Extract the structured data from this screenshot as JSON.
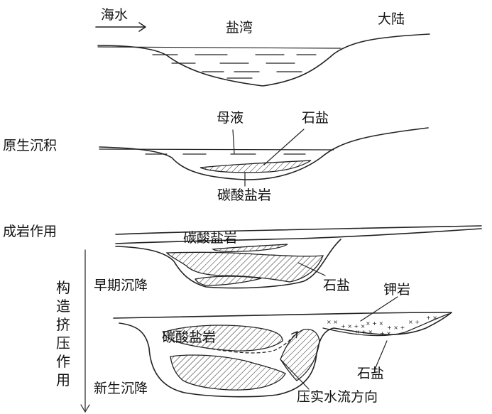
{
  "stage1": {
    "seawater": "海水",
    "bay": "盐湾",
    "land": "大陆"
  },
  "stage2": {
    "mother_liquor": "母液",
    "rock_salt": "石盐",
    "carbonate": "碳酸盐岩",
    "process": "原生沉积"
  },
  "stage3": {
    "process": "成岩作用",
    "carbonate": "碳酸盐岩",
    "rock_salt": "石盐",
    "subsidence": "早期沉降"
  },
  "stage4": {
    "potash": "钾岩",
    "carbonate": "碳酸盐岩",
    "rock_salt": "石盐",
    "subsidence": "新生沉降",
    "flow_direction": "压实水流方向"
  },
  "tectonic_label": "构造挤压作用"
}
